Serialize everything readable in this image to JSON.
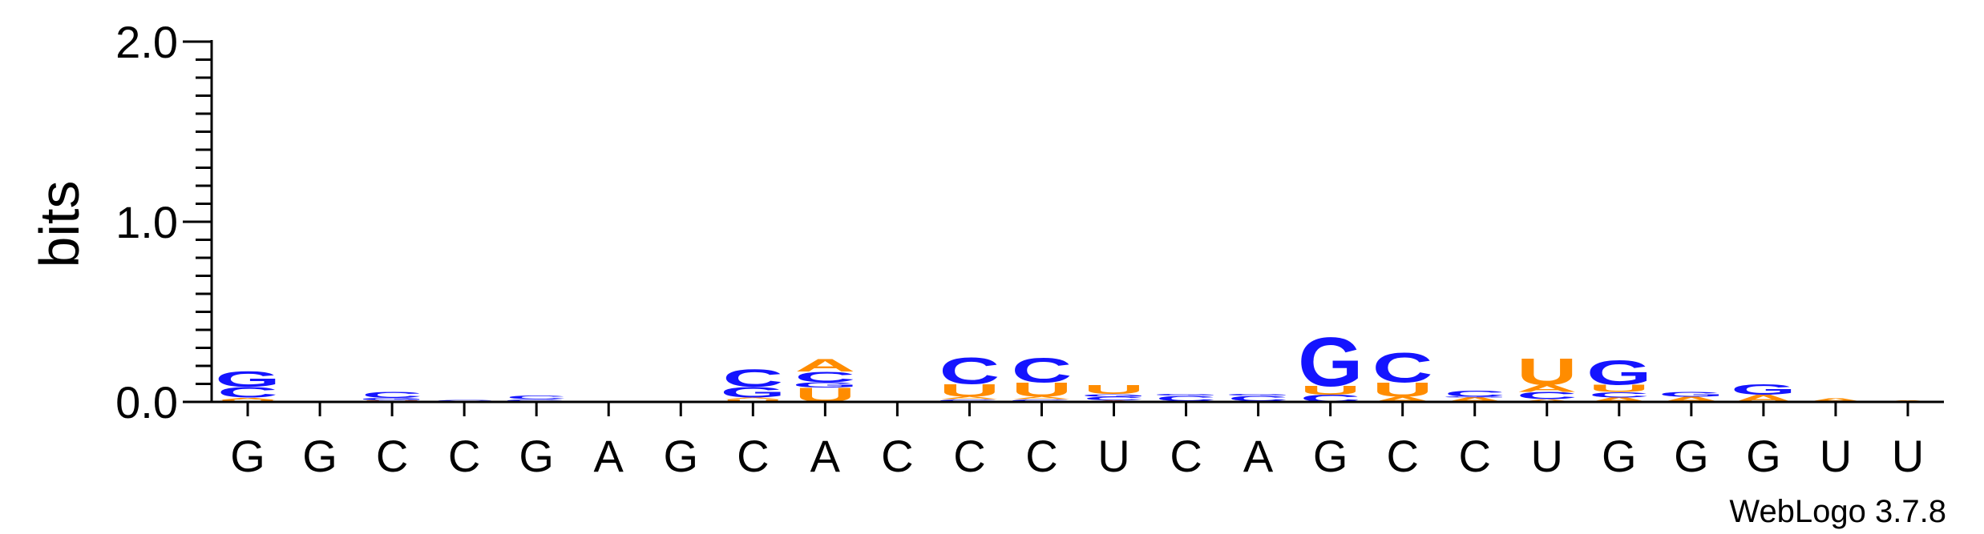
{
  "chart_data": {
    "type": "sequence-logo",
    "ylabel": "bits",
    "ylim": [
      0,
      2.0
    ],
    "yticks": [
      {
        "value": 0.0,
        "label": "0.0"
      },
      {
        "value": 1.0,
        "label": "1.0"
      },
      {
        "value": 2.0,
        "label": "2.0"
      }
    ],
    "credit": "WebLogo 3.7.8",
    "colors": {
      "G": "#1414ff",
      "C": "#1414ff",
      "A": "#ff8c00",
      "U": "#ff8c00"
    },
    "positions": [
      {
        "label": "G",
        "stack": [
          [
            "U",
            0.012
          ],
          [
            "A",
            0.012
          ],
          [
            "C",
            0.06
          ],
          [
            "G",
            0.09
          ]
        ]
      },
      {
        "label": "G",
        "stack": []
      },
      {
        "label": "C",
        "stack": [
          [
            "U",
            0.008
          ],
          [
            "G",
            0.015
          ],
          [
            "C",
            0.035
          ]
        ]
      },
      {
        "label": "C",
        "stack": [
          [
            "C",
            0.012
          ]
        ]
      },
      {
        "label": "G",
        "stack": [
          [
            "G",
            0.015
          ],
          [
            "C",
            0.02
          ]
        ]
      },
      {
        "label": "A",
        "stack": []
      },
      {
        "label": "G",
        "stack": []
      },
      {
        "label": "C",
        "stack": [
          [
            "U",
            0.015
          ],
          [
            "A",
            0.01
          ],
          [
            "G",
            0.06
          ],
          [
            "C",
            0.1
          ]
        ]
      },
      {
        "label": "A",
        "stack": [
          [
            "U",
            0.08
          ],
          [
            "G",
            0.03
          ],
          [
            "C",
            0.06
          ],
          [
            "A",
            0.07
          ]
        ]
      },
      {
        "label": "C",
        "stack": []
      },
      {
        "label": "C",
        "stack": [
          [
            "G",
            0.015
          ],
          [
            "A",
            0.015
          ],
          [
            "U",
            0.07
          ],
          [
            "C",
            0.15
          ]
        ]
      },
      {
        "label": "C",
        "stack": [
          [
            "G",
            0.015
          ],
          [
            "A",
            0.015
          ],
          [
            "U",
            0.08
          ],
          [
            "C",
            0.14
          ]
        ]
      },
      {
        "label": "U",
        "stack": [
          [
            "A",
            0.01
          ],
          [
            "C",
            0.02
          ],
          [
            "G",
            0.015
          ],
          [
            "U",
            0.05
          ]
        ]
      },
      {
        "label": "C",
        "stack": [
          [
            "A",
            0.005
          ],
          [
            "C",
            0.03
          ],
          [
            "G",
            0.01
          ]
        ]
      },
      {
        "label": "A",
        "stack": [
          [
            "A",
            0.005
          ],
          [
            "C",
            0.03
          ],
          [
            "G",
            0.01
          ]
        ]
      },
      {
        "label": "G",
        "stack": [
          [
            "C",
            0.04
          ],
          [
            "U",
            0.05
          ],
          [
            "G",
            0.28
          ]
        ]
      },
      {
        "label": "C",
        "stack": [
          [
            "A",
            0.03
          ],
          [
            "U",
            0.08
          ],
          [
            "C",
            0.17
          ]
        ]
      },
      {
        "label": "C",
        "stack": [
          [
            "A",
            0.025
          ],
          [
            "G",
            0.005
          ],
          [
            "C",
            0.035
          ]
        ]
      },
      {
        "label": "U",
        "stack": [
          [
            "A",
            0.015
          ],
          [
            "C",
            0.04
          ],
          [
            "A",
            0.04
          ],
          [
            "U",
            0.15
          ]
        ]
      },
      {
        "label": "G",
        "stack": [
          [
            "A",
            0.025
          ],
          [
            "C",
            0.03
          ],
          [
            "U",
            0.04
          ],
          [
            "G",
            0.14
          ]
        ]
      },
      {
        "label": "G",
        "stack": [
          [
            "A",
            0.03
          ],
          [
            "G",
            0.025
          ]
        ]
      },
      {
        "label": "G",
        "stack": [
          [
            "A",
            0.04
          ],
          [
            "G",
            0.06
          ]
        ]
      },
      {
        "label": "U",
        "stack": [
          [
            "A",
            0.02
          ]
        ]
      },
      {
        "label": "U",
        "stack": [
          [
            "A",
            0.01
          ]
        ]
      }
    ]
  }
}
